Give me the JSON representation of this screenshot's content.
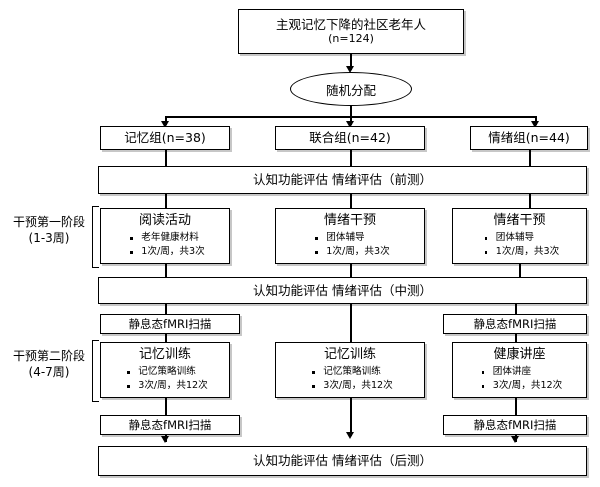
{
  "diagram": {
    "title_box": {
      "title": "主观记忆下降的社区老年人",
      "sub": "(n=124)"
    },
    "randomization": {
      "label": "随机分配"
    },
    "groups": [
      {
        "label": "记忆组(n=38)"
      },
      {
        "label": "联合组(n=42)"
      },
      {
        "label": "情绪组(n=44)"
      }
    ],
    "assessments": {
      "pre": "认知功能评估 情绪评估（前测）",
      "mid": "认知功能评估 情绪评估（中测）",
      "post": "认知功能评估 情绪评估（后测）"
    },
    "stages": [
      {
        "line1": "干预第一阶段",
        "line2": "(1-3周)"
      },
      {
        "line1": "干预第二阶段",
        "line2": "(4-7周)"
      }
    ],
    "phase1": [
      {
        "title": "阅读活动",
        "bullets": [
          "老年健康材料",
          "1次/周，共3次"
        ]
      },
      {
        "title": "情绪干预",
        "bullets": [
          "团体辅导",
          "1次/周，共3次"
        ]
      },
      {
        "title": "情绪干预",
        "bullets": [
          "团体辅导",
          "1次/周，共3次"
        ]
      }
    ],
    "phase2": [
      {
        "title": "记忆训练",
        "bullets": [
          "记忆策略训练",
          "3次/周，共12次"
        ]
      },
      {
        "title": "记忆训练",
        "bullets": [
          "记忆策略训练",
          "3次/周，共12次"
        ]
      },
      {
        "title": "健康讲座",
        "bullets": [
          "团体讲座",
          "3次/周，共12次"
        ]
      }
    ],
    "fmri": {
      "label": "静息态fMRI扫描"
    },
    "colors": {
      "line": "#000000",
      "box_fill": "#ffffff",
      "background": "#ffffff"
    }
  }
}
